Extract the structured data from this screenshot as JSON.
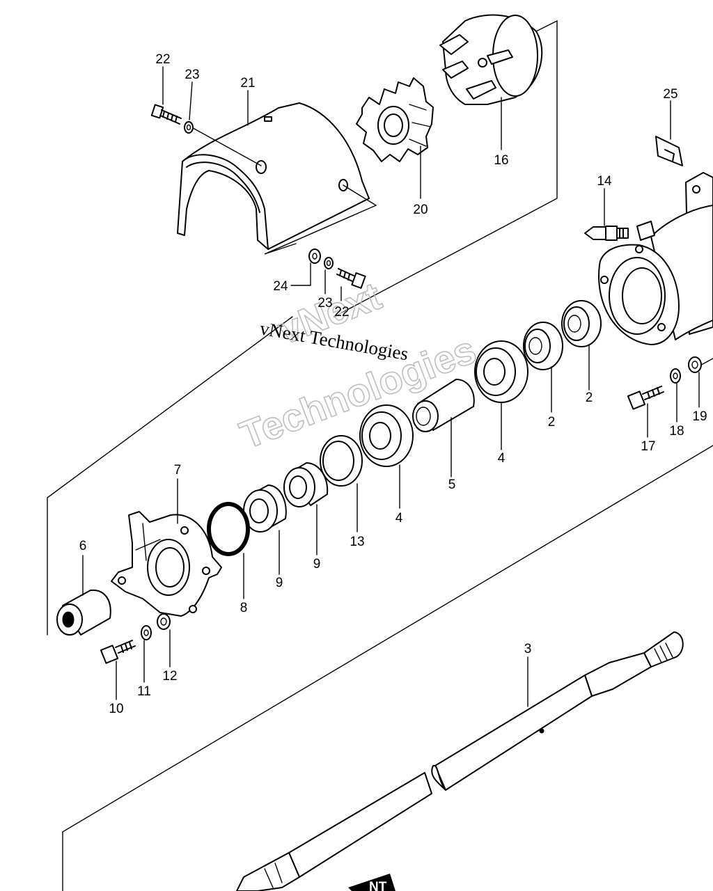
{
  "diagram": {
    "callouts": [
      {
        "id": "c22a",
        "text": "22"
      },
      {
        "id": "c23a",
        "text": "23"
      },
      {
        "id": "c21",
        "text": "21"
      },
      {
        "id": "c20",
        "text": "20"
      },
      {
        "id": "c16",
        "text": "16"
      },
      {
        "id": "c25",
        "text": "25"
      },
      {
        "id": "c14",
        "text": "14"
      },
      {
        "id": "c24",
        "text": "24"
      },
      {
        "id": "c23b",
        "text": "23"
      },
      {
        "id": "c22b",
        "text": "22"
      },
      {
        "id": "c2a",
        "text": "2"
      },
      {
        "id": "c2b",
        "text": "2"
      },
      {
        "id": "c4a",
        "text": "4"
      },
      {
        "id": "c4b",
        "text": "4"
      },
      {
        "id": "c5",
        "text": "5"
      },
      {
        "id": "c13",
        "text": "13"
      },
      {
        "id": "c9a",
        "text": "9"
      },
      {
        "id": "c9b",
        "text": "9"
      },
      {
        "id": "c8",
        "text": "8"
      },
      {
        "id": "c7",
        "text": "7"
      },
      {
        "id": "c6",
        "text": "6"
      },
      {
        "id": "c10",
        "text": "10"
      },
      {
        "id": "c11",
        "text": "11"
      },
      {
        "id": "c12",
        "text": "12"
      },
      {
        "id": "c17",
        "text": "17"
      },
      {
        "id": "c18",
        "text": "18"
      },
      {
        "id": "c19",
        "text": "19"
      },
      {
        "id": "c3",
        "text": "3"
      }
    ],
    "watermark": {
      "line1": "vNext Technologies",
      "line2": "vNext",
      "line3": "Technologies"
    },
    "stamp_fragment": "NT"
  }
}
